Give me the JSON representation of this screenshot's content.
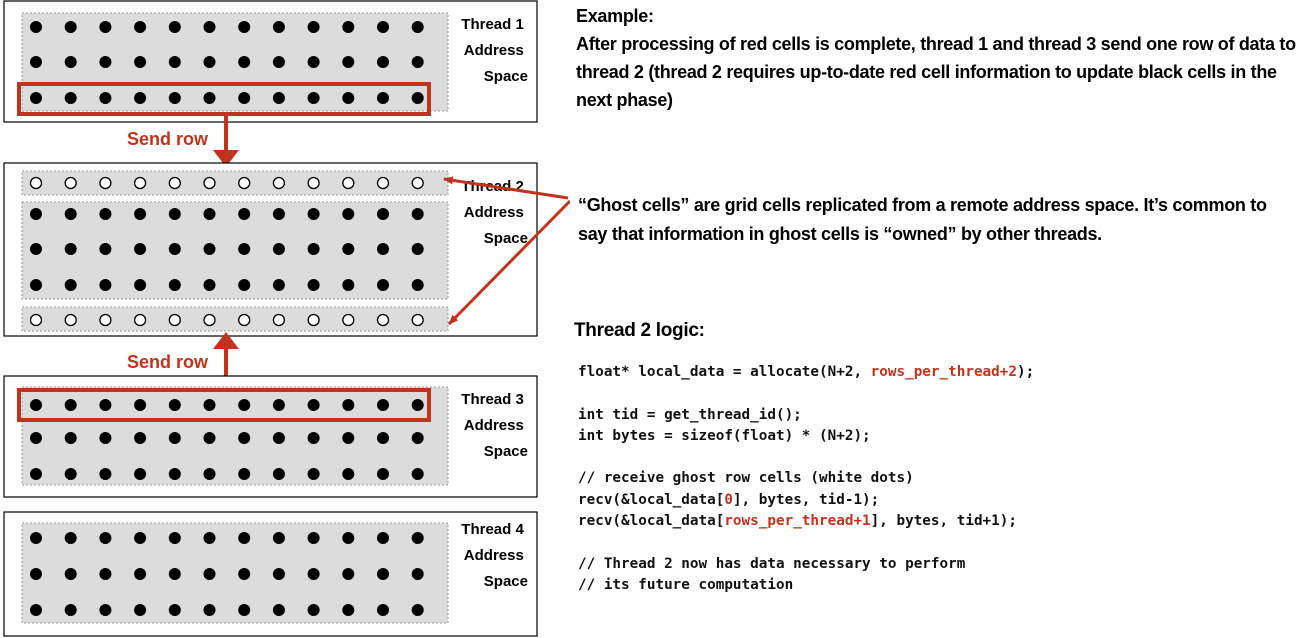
{
  "threads": [
    {
      "id": "thread-1",
      "label_lines": [
        "Thread 1",
        "Address",
        "Space"
      ]
    },
    {
      "id": "thread-2",
      "label_lines": [
        "Thread 2",
        "Address",
        "Space"
      ]
    },
    {
      "id": "thread-3",
      "label_lines": [
        "Thread 3",
        "Address",
        "Space"
      ]
    },
    {
      "id": "thread-4",
      "label_lines": [
        "Thread 4",
        "Address",
        "Space"
      ]
    }
  ],
  "send_row_label": "Send row",
  "grid": {
    "columns": 12
  },
  "colors": {
    "accent_red": "#c0341d",
    "grid_fill": "#dcdcdc",
    "grid_border": "#999999",
    "dot": "#000000"
  },
  "example": {
    "title": "Example:",
    "body": "After processing of red cells is complete, thread 1 and thread 3 send one row of data to thread 2 (thread 2 requires up-to-date red cell information to update black cells in the next phase)"
  },
  "ghost_text": "“Ghost cells” are grid cells replicated from a remote address space.  It’s common to say that information in ghost cells is “owned” by other threads.",
  "logic_title": "Thread 2 logic:",
  "code": [
    [
      {
        "t": "float* local_data = allocate(N+2, "
      },
      {
        "t": "rows_per_thread+2",
        "red": true
      },
      {
        "t": ");"
      }
    ],
    [
      {
        "t": ""
      }
    ],
    [
      {
        "t": "int tid = get_thread_id();"
      }
    ],
    [
      {
        "t": "int bytes = sizeof(float) * (N+2);"
      }
    ],
    [
      {
        "t": ""
      }
    ],
    [
      {
        "t": "// receive ghost row cells (white dots)"
      }
    ],
    [
      {
        "t": "recv(&local_data["
      },
      {
        "t": "0",
        "red": true
      },
      {
        "t": "], bytes, tid-1);"
      }
    ],
    [
      {
        "t": "recv(&local_data["
      },
      {
        "t": "rows_per_thread+1",
        "red": true
      },
      {
        "t": "], bytes, tid+1);"
      }
    ],
    [
      {
        "t": ""
      }
    ],
    [
      {
        "t": "// Thread 2 now has data necessary to perform"
      }
    ],
    [
      {
        "t": "// its future computation"
      }
    ]
  ]
}
